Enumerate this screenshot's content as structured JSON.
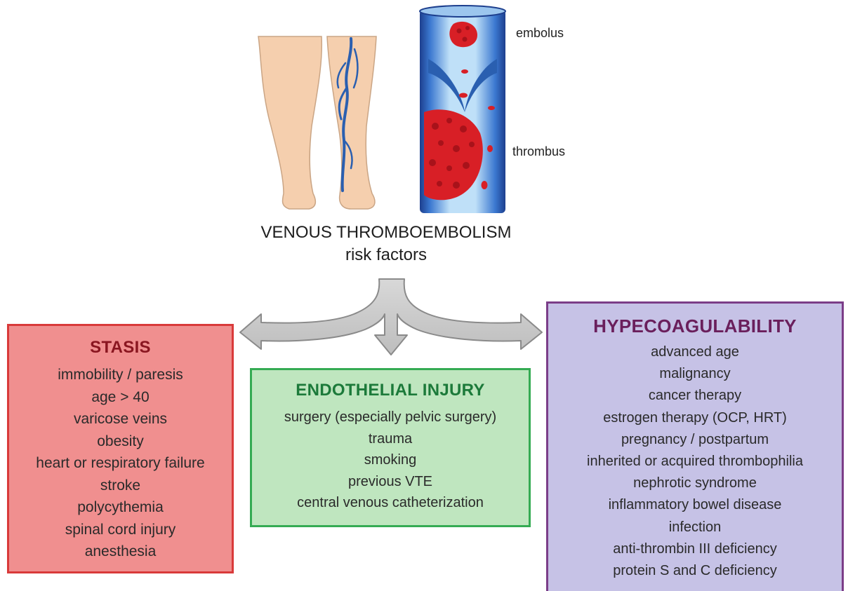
{
  "illustration": {
    "embolus_label": "embolus",
    "thrombus_label": "thrombus"
  },
  "header": {
    "title": "VENOUS THROMBOEMBOLISM",
    "subtitle": "risk factors"
  },
  "colors": {
    "stasis_fill": "#f08f8f",
    "stasis_border": "#d93a3a",
    "endothelial_fill": "#bfe6bf",
    "endothelial_border": "#35ab53",
    "hyper_fill": "#c6c2e6",
    "hyper_border": "#7b3d88",
    "arrow_fill": "#c9c9c9",
    "vein_blue": "#2a5fb0",
    "blood_red": "#d81f26",
    "skin": "#f5cfae"
  },
  "boxes": {
    "stasis": {
      "title": "STASIS",
      "items": [
        "immobility / paresis",
        "age > 40",
        "varicose veins",
        "obesity",
        "heart or respiratory failure",
        "stroke",
        "polycythemia",
        "spinal cord injury",
        "anesthesia"
      ]
    },
    "endothelial": {
      "title": "ENDOTHELIAL INJURY",
      "items": [
        "surgery (especially pelvic surgery)",
        "trauma",
        "smoking",
        "previous VTE",
        "central venous catheterization"
      ]
    },
    "hyper": {
      "title": "HYPECOAGULABILITY",
      "items": [
        "advanced age",
        "malignancy",
        "cancer therapy",
        "estrogen therapy (OCP, HRT)",
        "pregnancy / postpartum",
        "inherited or acquired thrombophilia",
        "nephrotic syndrome",
        "inflammatory bowel disease",
        "infection",
        "anti-thrombin III deficiency",
        "protein S and C deficiency"
      ]
    }
  }
}
